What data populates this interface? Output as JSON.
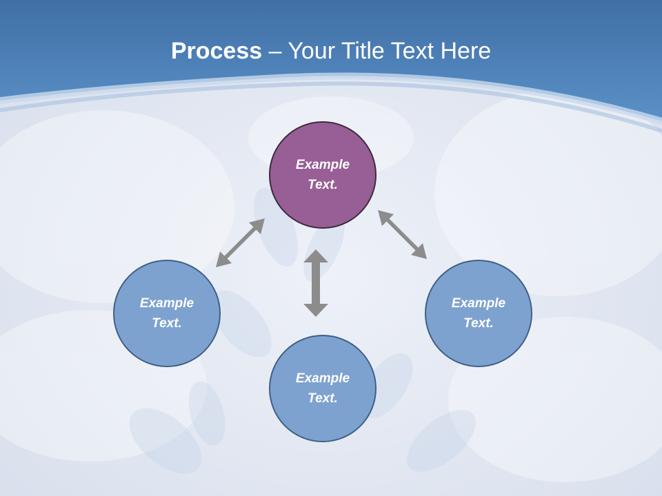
{
  "title": {
    "bold": "Process",
    "rest": " – Your Title Text Here"
  },
  "nodes": {
    "top": {
      "line1": "Example",
      "line2": "Text."
    },
    "left": {
      "line1": "Example",
      "line2": "Text."
    },
    "right": {
      "line1": "Example",
      "line2": "Text."
    },
    "bottom": {
      "line1": "Example",
      "line2": "Text."
    }
  },
  "colors": {
    "header": "#4b7fb8",
    "node_blue": "#7ea2cf",
    "node_purple": "#975f95",
    "arrow": "#8c8c8c"
  }
}
